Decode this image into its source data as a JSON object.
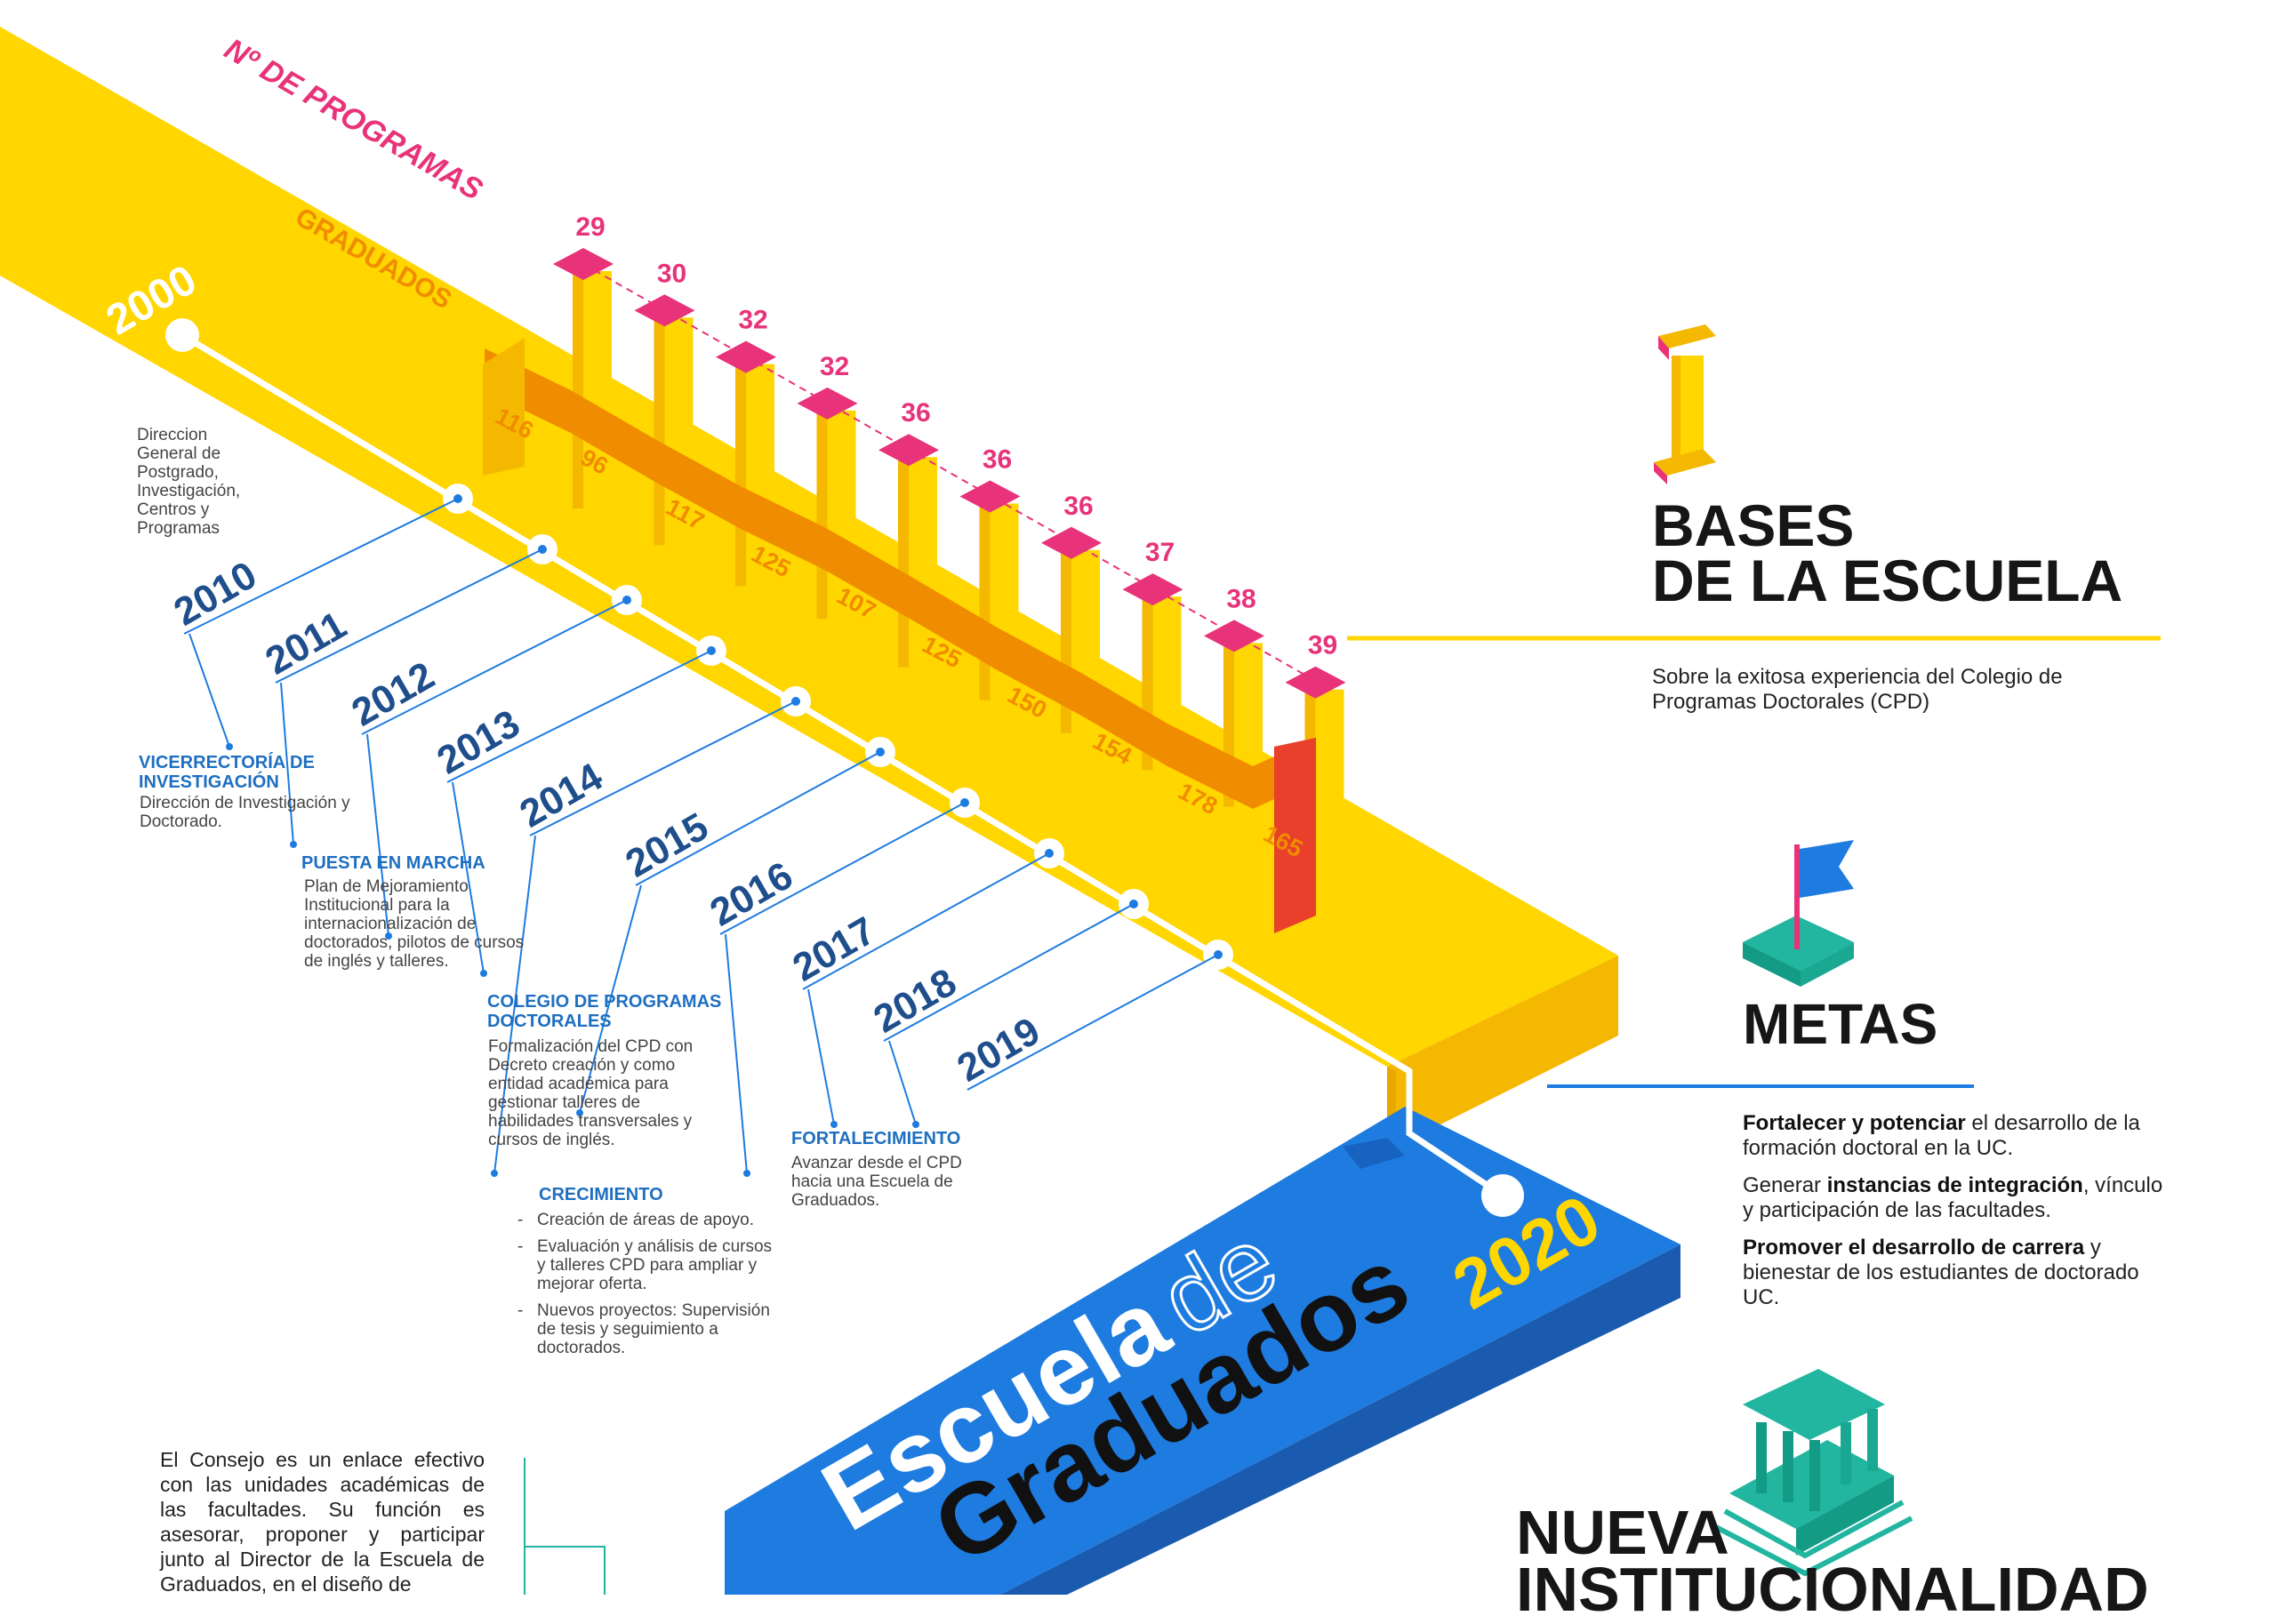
{
  "labels": {
    "programs_title": "Nº DE PROGRAMAS",
    "graduates_title": "GRADUADOS",
    "start_year": "2000",
    "end_year": "2020",
    "school_word1": "Escuela",
    "school_word2": "de",
    "school_word3": "Graduados"
  },
  "timeline": {
    "years": [
      "2010",
      "2011",
      "2012",
      "2013",
      "2014",
      "2015",
      "2016",
      "2017",
      "2018",
      "2019"
    ],
    "programs": [
      29,
      30,
      32,
      32,
      36,
      36,
      36,
      37,
      38,
      39
    ],
    "graduates": [
      116,
      96,
      117,
      125,
      107,
      125,
      150,
      154,
      178,
      165
    ]
  },
  "milestones": {
    "direccion": "Direccion General de Postgrado, Investigación, Centros y Programas",
    "vicerrectoria_title": "VICERRECTORÍA DE INVESTIGACIÓN",
    "vicerrectoria_text": "Dirección de Investigación y Doctorado.",
    "puesta_title": "PUESTA EN MARCHA",
    "puesta_text": "Plan de Mejoramiento Institucional para la internacionalización de doctorados, pilotos de cursos de inglés y talleres.",
    "colegio_title": "COLEGIO DE PROGRAMAS DOCTORALES",
    "colegio_text": "Formalización del CPD con Decreto creación y como entidad académica para gestionar talleres de habilidades transversales y cursos de inglés.",
    "crecimiento_title": "CRECIMIENTO",
    "crecimiento_1": "Creación de áreas de apoyo.",
    "crecimiento_2": "Evaluación y análisis de cursos y talleres CPD para ampliar y mejorar oferta.",
    "crecimiento_3": "Nuevos proyectos: Supervisión de tesis y seguimiento a doctorados.",
    "fortalecimiento_title": "FORTALECIMIENTO",
    "fortalecimiento_text": "Avanzar desde el CPD hacia una Escuela de Graduados."
  },
  "sections": {
    "bases_line1": "BASES",
    "bases_line2": "DE LA ESCUELA",
    "bases_text": "Sobre la exitosa experiencia del Colegio de Programas Doctorales (CPD)",
    "metas_title": "METAS",
    "metas_1a": "Fortalecer y potenciar",
    "metas_1b": " el desarrollo de la formación doctoral en la UC.",
    "metas_2a": "Generar ",
    "metas_2b": "instancias de integración",
    "metas_2c": ", vínculo y participación de las facultades.",
    "metas_3a": "Promover el desarrollo de carrera",
    "metas_3b": " y bienestar de los estudiantes de doctorado UC.",
    "nueva_line1": "NUEVA",
    "nueva_line2": "INSTITUCIONALIDAD",
    "consejo_text": "El Consejo es un enlace efectivo con las unidades académicas de las facultades. Su función es asesorar, proponer y participar junto al Director de la Escuela de Graduados, en el diseño de"
  },
  "colors": {
    "yellow": "#FFD600",
    "yellow_dark": "#F2B500",
    "orange": "#F08C00",
    "magenta": "#E8337A",
    "blue": "#1E7BE0",
    "blue_dark": "#1a5bb0",
    "navy": "#1f4e8c",
    "teal": "#22b5a0",
    "red": "#E8402A"
  }
}
